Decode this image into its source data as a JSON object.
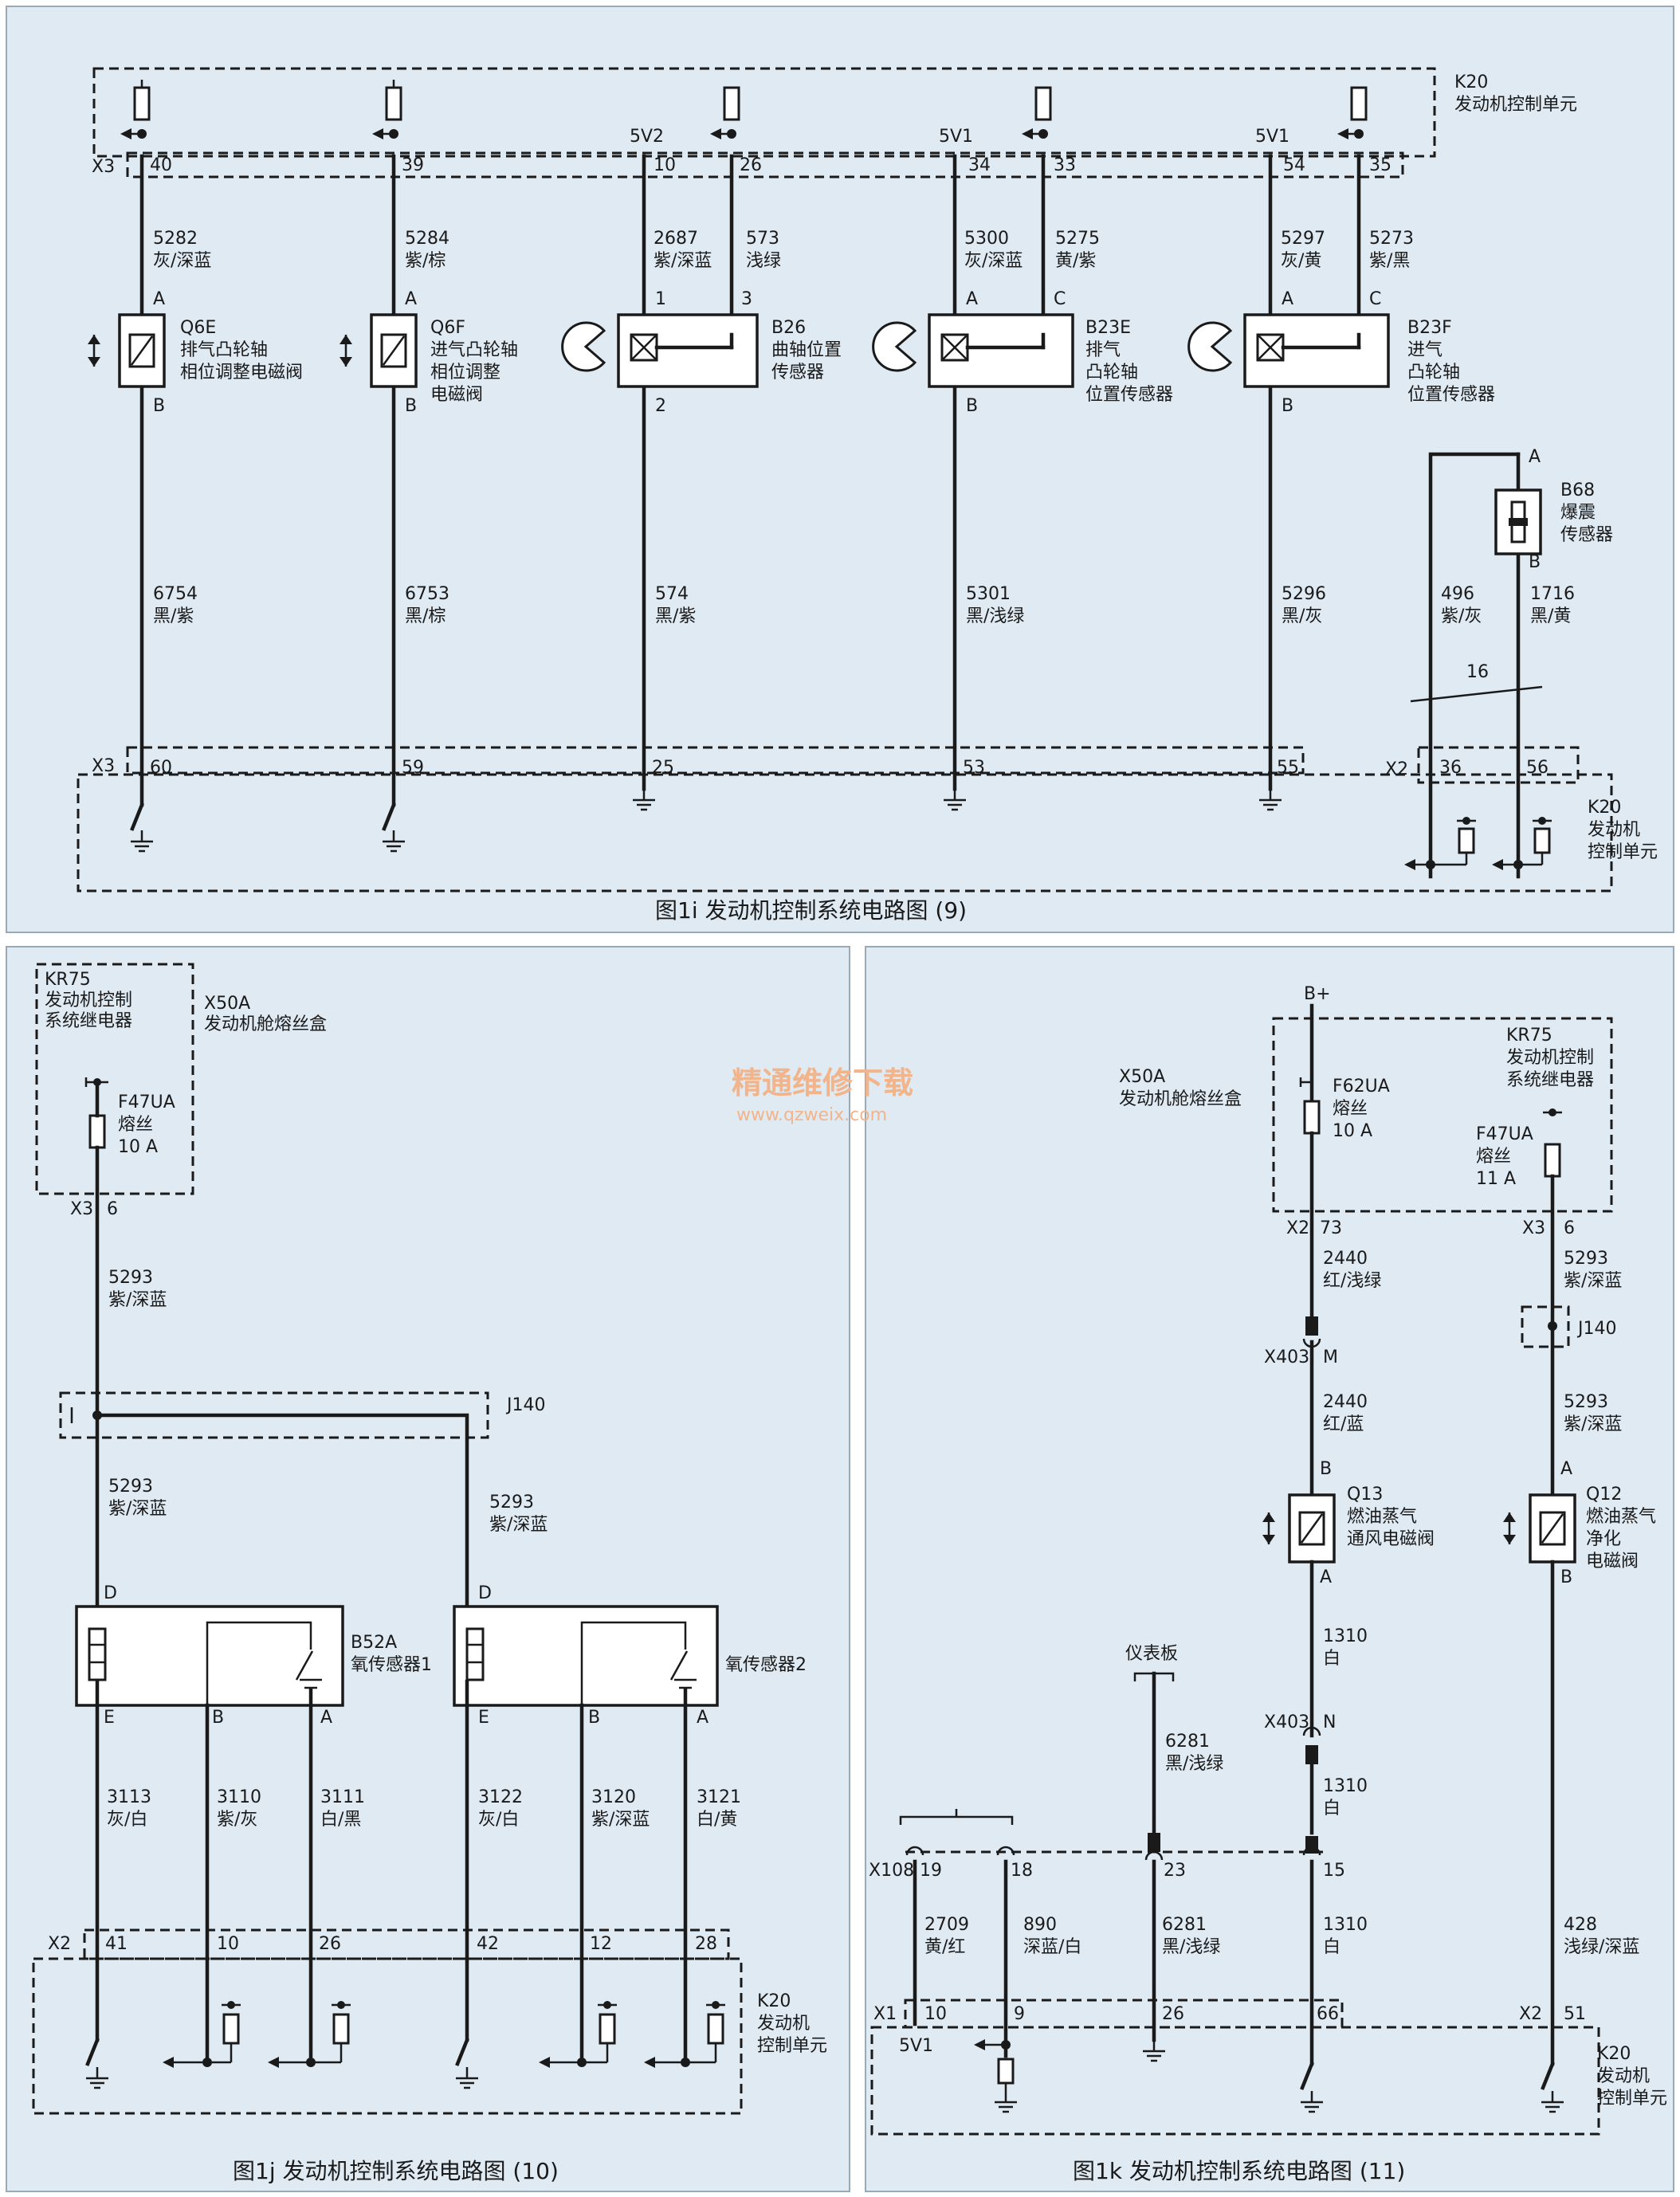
{
  "panel_i": {
    "caption": "图1i   发动机控制系统电路图 (9)",
    "k20_top": [
      "K20",
      "发动机控制单元"
    ],
    "k20_bottom": [
      "K20",
      "发动机",
      "控制单元"
    ],
    "x3_top": "X3",
    "x3_bottom": "X3",
    "x2_bottom": "X2",
    "pins_top": [
      "40",
      "39",
      "10",
      "26",
      "34",
      "33",
      "54",
      "35"
    ],
    "supply_5v2": "5V2",
    "supply_5v1a": "5V1",
    "supply_5v1b": "5V1",
    "pins_bottom": [
      "60",
      "59",
      "25",
      "53",
      "55",
      "36",
      "56"
    ],
    "wires_top": [
      [
        "5282",
        "灰/深蓝"
      ],
      [
        "5284",
        "紫/棕"
      ],
      [
        "2687",
        "紫/深蓝"
      ],
      [
        "573",
        "浅绿"
      ],
      [
        "5300",
        "灰/深蓝"
      ],
      [
        "5275",
        "黄/紫"
      ],
      [
        "5297",
        "灰/黄"
      ],
      [
        "5273",
        "紫/黑"
      ]
    ],
    "wires_bottom": [
      [
        "6754",
        "黑/紫"
      ],
      [
        "6753",
        "黑/棕"
      ],
      [
        "574",
        "黑/紫"
      ],
      [
        "5301",
        "黑/浅绿"
      ],
      [
        "5296",
        "黑/灰"
      ],
      [
        "496",
        "紫/灰"
      ],
      [
        "1716",
        "黑/黄"
      ]
    ],
    "shield_num": "16",
    "q6e": [
      "Q6E",
      "排气凸轮轴",
      "相位调整电磁阀"
    ],
    "q6f": [
      "Q6F",
      "进气凸轮轴",
      "相位调整",
      "电磁阀"
    ],
    "b26": [
      "B26",
      "曲轴位置",
      "传感器"
    ],
    "b23e": [
      "B23E",
      "排气",
      "凸轮轴",
      "位置传感器"
    ],
    "b23f": [
      "B23F",
      "进气",
      "凸轮轴",
      "位置传感器"
    ],
    "b68": [
      "B68",
      "爆震",
      "传感器"
    ],
    "pin_letters": [
      "A",
      "B",
      "A",
      "B",
      "1",
      "3",
      "2",
      "A",
      "C",
      "B",
      "A",
      "C",
      "B",
      "A",
      "B"
    ]
  },
  "panel_j": {
    "caption": "图1j   发动机控制系统电路图 (10)",
    "kr75": [
      "KR75",
      "发动机控制",
      "系统继电器"
    ],
    "x50a": [
      "X50A",
      "发动机舱熔丝盒"
    ],
    "fuse": [
      "F47UA",
      "熔丝",
      "10 A"
    ],
    "x3": "X3",
    "x3_pin": "6",
    "wire_main": [
      "5293",
      "紫/深蓝"
    ],
    "j140": "J140",
    "wire_left": [
      "5293",
      "紫/深蓝"
    ],
    "wire_right": [
      "5293",
      "紫/深蓝"
    ],
    "b52a": [
      "B52A",
      "氧传感器1"
    ],
    "o2s2": "氧传感器2",
    "pin_letters": [
      "D",
      "E",
      "B",
      "A",
      "D",
      "E",
      "B",
      "A"
    ],
    "wires_bottom": [
      [
        "3113",
        "灰/白"
      ],
      [
        "3110",
        "紫/灰"
      ],
      [
        "3111",
        "白/黑"
      ],
      [
        "3122",
        "灰/白"
      ],
      [
        "3120",
        "紫/深蓝"
      ],
      [
        "3121",
        "白/黄"
      ]
    ],
    "x2": "X2",
    "pins_bottom": [
      "41",
      "10",
      "26",
      "42",
      "12",
      "28"
    ],
    "k20": [
      "K20",
      "发动机",
      "控制单元"
    ]
  },
  "panel_k": {
    "caption": "图1k   发动机控制系统电路图 (11)",
    "bplus": "B+",
    "x50a": [
      "X50A",
      "发动机舱熔丝盒"
    ],
    "f62ua": [
      "F62UA",
      "熔丝",
      "10 A"
    ],
    "kr75": [
      "KR75",
      "发动机控制",
      "系统继电器"
    ],
    "f47ua": [
      "F47UA",
      "熔丝",
      "11 A"
    ],
    "x2_top": "X2",
    "x2_top_pin": "73",
    "x3_top": "X3",
    "x3_top_pin": "6",
    "w2440a": [
      "2440",
      "红/浅绿"
    ],
    "w5293a": [
      "5293",
      "紫/深蓝"
    ],
    "x403m": [
      "X403",
      "M"
    ],
    "j140": "J140",
    "w2440b": [
      "2440",
      "红/蓝"
    ],
    "w5293b": [
      "5293",
      "紫/深蓝"
    ],
    "q13": [
      "Q13",
      "燃油蒸气",
      "通风电磁阀"
    ],
    "q12": [
      "Q12",
      "燃油蒸气",
      "净化",
      "电磁阀"
    ],
    "pin_letters": [
      "B",
      "A",
      "A",
      "B"
    ],
    "w1310a": [
      "1310",
      "白"
    ],
    "dash_label": "仪表板",
    "w6281a": [
      "6281",
      "黑/浅绿"
    ],
    "x403n": [
      "X403",
      "N"
    ],
    "w1310b": [
      "1310",
      "白"
    ],
    "x108": "X108",
    "x108_pins": [
      "19",
      "18",
      "23",
      "15"
    ],
    "w2709": [
      "2709",
      "黄/红"
    ],
    "w890": [
      "890",
      "深蓝/白"
    ],
    "w6281b": [
      "6281",
      "黑/浅绿"
    ],
    "w1310c": [
      "1310",
      "白"
    ],
    "w428": [
      "428",
      "浅绿/深蓝"
    ],
    "x1": "X1",
    "x1_pins": [
      "10",
      "9",
      "26",
      "66"
    ],
    "x2_bottom": "X2",
    "x2_bottom_pin": "51",
    "supply_5v1": "5V1",
    "k20": [
      "K20",
      "发动机",
      "控制单元"
    ]
  },
  "watermark": [
    "精通维修下载",
    "www.qzweix.com"
  ],
  "colors": {
    "panel_bg": "#dfeaf3",
    "line": "#1a1a1a",
    "watermark": "#f2b48a"
  }
}
